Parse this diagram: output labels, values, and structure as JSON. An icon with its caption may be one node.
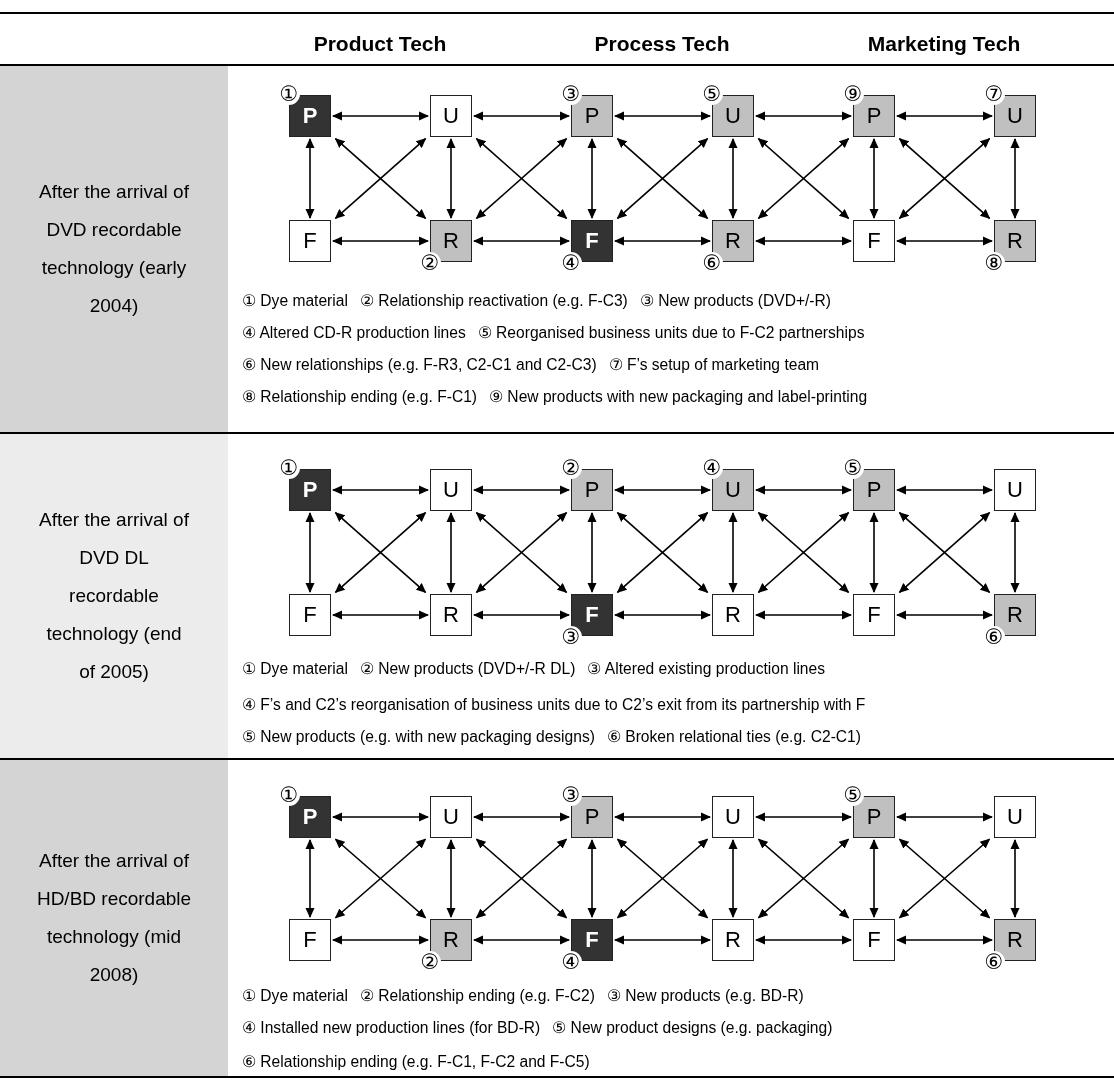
{
  "diagram": {
    "nodes": [
      {
        "text": [
          "P"
        ],
        "beside": [
          "①"
        ]
      },
      {
        "text": [
          "U"
        ]
      },
      {
        "text": [
          "P"
        ],
        "beside": [
          "③"
        ]
      },
      {
        "text": [
          "U"
        ],
        "beside": [
          "⑤"
        ]
      },
      {
        "text": [
          "P"
        ],
        "beside": [
          "⑨"
        ]
      },
      {
        "text": [
          "U"
        ],
        "beside": [
          "⑦"
        ]
      },
      {
        "text": [
          "F"
        ]
      },
      {
        "text": [
          "R"
        ],
        "beside": [
          "②"
        ]
      },
      {
        "text": [
          "F"
        ],
        "beside": [
          "④"
        ]
      },
      {
        "text": [
          "R"
        ],
        "beside": [
          "⑥"
        ]
      },
      {
        "text": [
          "F"
        ]
      },
      {
        "text": [
          "R"
        ],
        "beside": [
          "⑧"
        ]
      },
      {
        "text": [
          "P"
        ],
        "beside": [
          "①"
        ]
      },
      {
        "text": [
          "U"
        ]
      },
      {
        "text": [
          "P"
        ],
        "beside": [
          "②"
        ]
      },
      {
        "text": [
          "U"
        ],
        "beside": [
          "④"
        ]
      },
      {
        "text": [
          "P"
        ],
        "beside": [
          "⑤"
        ]
      },
      {
        "text": [
          "U"
        ]
      },
      {
        "text": [
          "F"
        ]
      },
      {
        "text": [
          "R"
        ]
      },
      {
        "text": [
          "F"
        ],
        "beside": [
          "③"
        ]
      },
      {
        "text": [
          "R"
        ]
      },
      {
        "text": [
          "F"
        ]
      },
      {
        "text": [
          "R"
        ],
        "beside": [
          "⑥"
        ]
      },
      {
        "text": [
          "P"
        ],
        "beside": [
          "①"
        ]
      },
      {
        "text": [
          "U"
        ]
      },
      {
        "text": [
          "P"
        ],
        "beside": [
          "③"
        ]
      },
      {
        "text": [
          "U"
        ]
      },
      {
        "text": [
          "P"
        ],
        "beside": [
          "⑤"
        ]
      },
      {
        "text": [
          "U"
        ]
      },
      {
        "text": [
          "F"
        ]
      },
      {
        "text": [
          "R"
        ],
        "beside": [
          "②"
        ]
      },
      {
        "text": [
          "F"
        ],
        "beside": [
          "④"
        ]
      },
      {
        "text": [
          "R"
        ]
      },
      {
        "text": [
          "F"
        ]
      },
      {
        "text": [
          "R"
        ],
        "beside": [
          "⑥"
        ]
      }
    ],
    "edges": [
      {
        "from": 0,
        "to": 1,
        "arrow": "both"
      },
      {
        "from": 1,
        "to": 2,
        "arrow": "both"
      },
      {
        "from": 2,
        "to": 3,
        "arrow": "both"
      },
      {
        "from": 3,
        "to": 4,
        "arrow": "both"
      },
      {
        "from": 4,
        "to": 5,
        "arrow": "both"
      },
      {
        "from": 6,
        "to": 7,
        "arrow": "both"
      },
      {
        "from": 7,
        "to": 8,
        "arrow": "both"
      },
      {
        "from": 8,
        "to": 9,
        "arrow": "both"
      },
      {
        "from": 9,
        "to": 10,
        "arrow": "both"
      },
      {
        "from": 10,
        "to": 11,
        "arrow": "both"
      },
      {
        "from": 0,
        "to": 6,
        "arrow": "both"
      },
      {
        "from": 1,
        "to": 7,
        "arrow": "both"
      },
      {
        "from": 2,
        "to": 8,
        "arrow": "both"
      },
      {
        "from": 3,
        "to": 9,
        "arrow": "both"
      },
      {
        "from": 4,
        "to": 10,
        "arrow": "both"
      },
      {
        "from": 5,
        "to": 11,
        "arrow": "both"
      },
      {
        "from": 0,
        "to": 7,
        "arrow": "both"
      },
      {
        "from": 1,
        "to": 6,
        "arrow": "both"
      },
      {
        "from": 1,
        "to": 8,
        "arrow": "both"
      },
      {
        "from": 2,
        "to": 7,
        "arrow": "both"
      },
      {
        "from": 2,
        "to": 9,
        "arrow": "both"
      },
      {
        "from": 3,
        "to": 8,
        "arrow": "both"
      },
      {
        "from": 3,
        "to": 10,
        "arrow": "both"
      },
      {
        "from": 4,
        "to": 9,
        "arrow": "both"
      },
      {
        "from": 4,
        "to": 11,
        "arrow": "both"
      },
      {
        "from": 5,
        "to": 10,
        "arrow": "both"
      },
      {
        "from": 12,
        "to": 13,
        "arrow": "both"
      },
      {
        "from": 13,
        "to": 14,
        "arrow": "both"
      },
      {
        "from": 14,
        "to": 15,
        "arrow": "both"
      },
      {
        "from": 15,
        "to": 16,
        "arrow": "both"
      },
      {
        "from": 16,
        "to": 17,
        "arrow": "both"
      },
      {
        "from": 18,
        "to": 19,
        "arrow": "both"
      },
      {
        "from": 19,
        "to": 20,
        "arrow": "both"
      },
      {
        "from": 20,
        "to": 21,
        "arrow": "both"
      },
      {
        "from": 21,
        "to": 22,
        "arrow": "both"
      },
      {
        "from": 22,
        "to": 23,
        "arrow": "both"
      },
      {
        "from": 12,
        "to": 18,
        "arrow": "both"
      },
      {
        "from": 13,
        "to": 19,
        "arrow": "both"
      },
      {
        "from": 14,
        "to": 20,
        "arrow": "both"
      },
      {
        "from": 15,
        "to": 21,
        "arrow": "both"
      },
      {
        "from": 16,
        "to": 22,
        "arrow": "both"
      },
      {
        "from": 17,
        "to": 23,
        "arrow": "both"
      },
      {
        "from": 12,
        "to": 19,
        "arrow": "both"
      },
      {
        "from": 13,
        "to": 18,
        "arrow": "both"
      },
      {
        "from": 13,
        "to": 20,
        "arrow": "both"
      },
      {
        "from": 14,
        "to": 19,
        "arrow": "both"
      },
      {
        "from": 14,
        "to": 21,
        "arrow": "both"
      },
      {
        "from": 15,
        "to": 20,
        "arrow": "both"
      },
      {
        "from": 15,
        "to": 22,
        "arrow": "both"
      },
      {
        "from": 16,
        "to": 21,
        "arrow": "both"
      },
      {
        "from": 16,
        "to": 23,
        "arrow": "both"
      },
      {
        "from": 17,
        "to": 22,
        "arrow": "both"
      },
      {
        "from": 24,
        "to": 25,
        "arrow": "both"
      },
      {
        "from": 25,
        "to": 26,
        "arrow": "both"
      },
      {
        "from": 26,
        "to": 27,
        "arrow": "both"
      },
      {
        "from": 27,
        "to": 28,
        "arrow": "both"
      },
      {
        "from": 28,
        "to": 29,
        "arrow": "both"
      },
      {
        "from": 30,
        "to": 31,
        "arrow": "both"
      },
      {
        "from": 31,
        "to": 32,
        "arrow": "both"
      },
      {
        "from": 32,
        "to": 33,
        "arrow": "both"
      },
      {
        "from": 33,
        "to": 34,
        "arrow": "both"
      },
      {
        "from": 34,
        "to": 35,
        "arrow": "both"
      },
      {
        "from": 24,
        "to": 30,
        "arrow": "both"
      },
      {
        "from": 25,
        "to": 31,
        "arrow": "both"
      },
      {
        "from": 26,
        "to": 32,
        "arrow": "both"
      },
      {
        "from": 27,
        "to": 33,
        "arrow": "both"
      },
      {
        "from": 28,
        "to": 34,
        "arrow": "both"
      },
      {
        "from": 29,
        "to": 35,
        "arrow": "both"
      },
      {
        "from": 24,
        "to": 31,
        "arrow": "both"
      },
      {
        "from": 25,
        "to": 30,
        "arrow": "both"
      },
      {
        "from": 25,
        "to": 32,
        "arrow": "both"
      },
      {
        "from": 26,
        "to": 31,
        "arrow": "both"
      },
      {
        "from": 26,
        "to": 33,
        "arrow": "both"
      },
      {
        "from": 27,
        "to": 32,
        "arrow": "both"
      },
      {
        "from": 27,
        "to": 34,
        "arrow": "both"
      },
      {
        "from": 28,
        "to": 33,
        "arrow": "both"
      },
      {
        "from": 28,
        "to": 35,
        "arrow": "both"
      },
      {
        "from": 29,
        "to": 34,
        "arrow": "both"
      }
    ],
    "labels": [
      "Product Tech",
      "Process Tech",
      "Marketing Tech",
      "After the arrival of DVD recordable technology (early 2004)",
      "① Dye material",
      "② Relationship reactivation (e.g. F-C3)",
      "③ New products (DVD+/-R)",
      "④ Altered CD-R production lines",
      "⑤ Reorganised business units due to F-C2 partnerships",
      "⑥ New relationships (e.g. F-R3, C2-C1 and C2-C3)",
      "⑦ F’s setup of marketing team",
      "⑧ Relationship ending (e.g. F-C1)",
      "⑨ New products with new packaging and label-printing",
      "After the arrival of DVD DL recordable technology (end of 2005)",
      "① Dye material",
      "② New products (DVD+/-R DL)",
      "③ Altered existing production lines",
      "④ F’s and C2’s reorganisation of business units due to C2’s exit from its partnership with F",
      "⑤ New products (e.g. with new packaging designs)",
      "⑥ Broken relational ties (e.g. C2-C1)",
      "After the arrival of HD/BD recordable technology (mid 2008)",
      "① Dye material",
      "② Relationship ending (e.g. F-C2)",
      "③ New products (e.g. BD-R)",
      "④ Installed new production lines (for BD-R)",
      "⑤ New product designs (e.g. packaging)",
      "⑥ Relationship ending (e.g. F-C1, F-C2 and F-C5)"
    ]
  }
}
